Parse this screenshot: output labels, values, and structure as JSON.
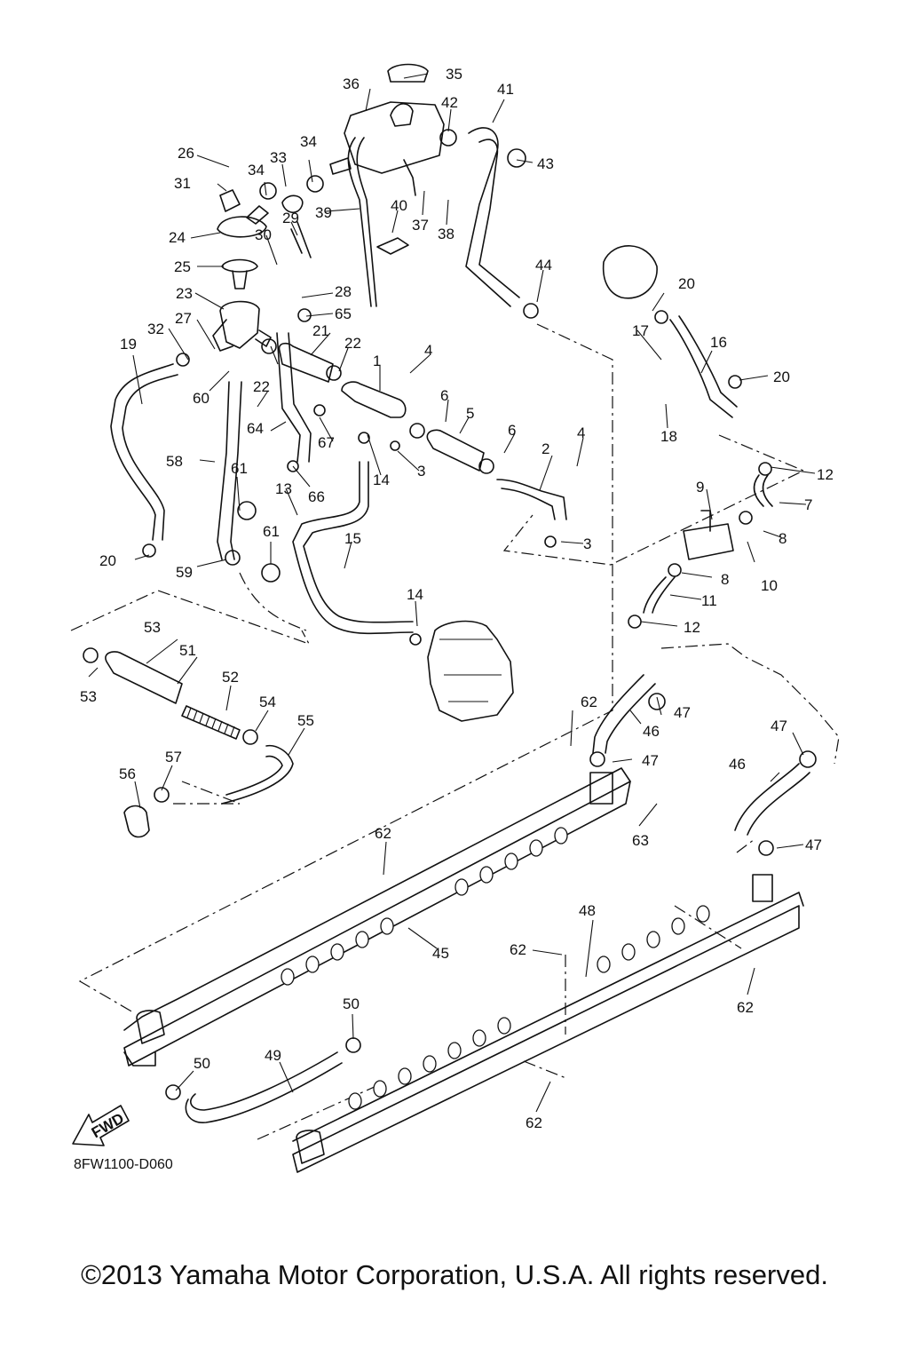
{
  "diagram": {
    "drawing_code": "8FW1100-D060",
    "copyright": "©2013 Yamaha Motor Corporation, U.S.A. All rights reserved.",
    "fwd_label": "FWD",
    "callouts": [
      "1",
      "2",
      "3",
      "3",
      "4",
      "4",
      "5",
      "6",
      "6",
      "7",
      "8",
      "8",
      "9",
      "10",
      "11",
      "12",
      "12",
      "13",
      "14",
      "14",
      "15",
      "16",
      "17",
      "18",
      "19",
      "20",
      "20",
      "20",
      "20",
      "21",
      "22",
      "22",
      "23",
      "24",
      "25",
      "26",
      "27",
      "28",
      "29",
      "30",
      "31",
      "32",
      "33",
      "34",
      "34",
      "35",
      "36",
      "37",
      "38",
      "39",
      "40",
      "41",
      "42",
      "43",
      "44",
      "45",
      "46",
      "46",
      "47",
      "47",
      "47",
      "47",
      "48",
      "49",
      "50",
      "50",
      "51",
      "52",
      "53",
      "53",
      "54",
      "55",
      "56",
      "57",
      "58",
      "59",
      "60",
      "61",
      "61",
      "62",
      "62",
      "62",
      "62",
      "62",
      "63",
      "64",
      "65",
      "66",
      "67"
    ]
  }
}
